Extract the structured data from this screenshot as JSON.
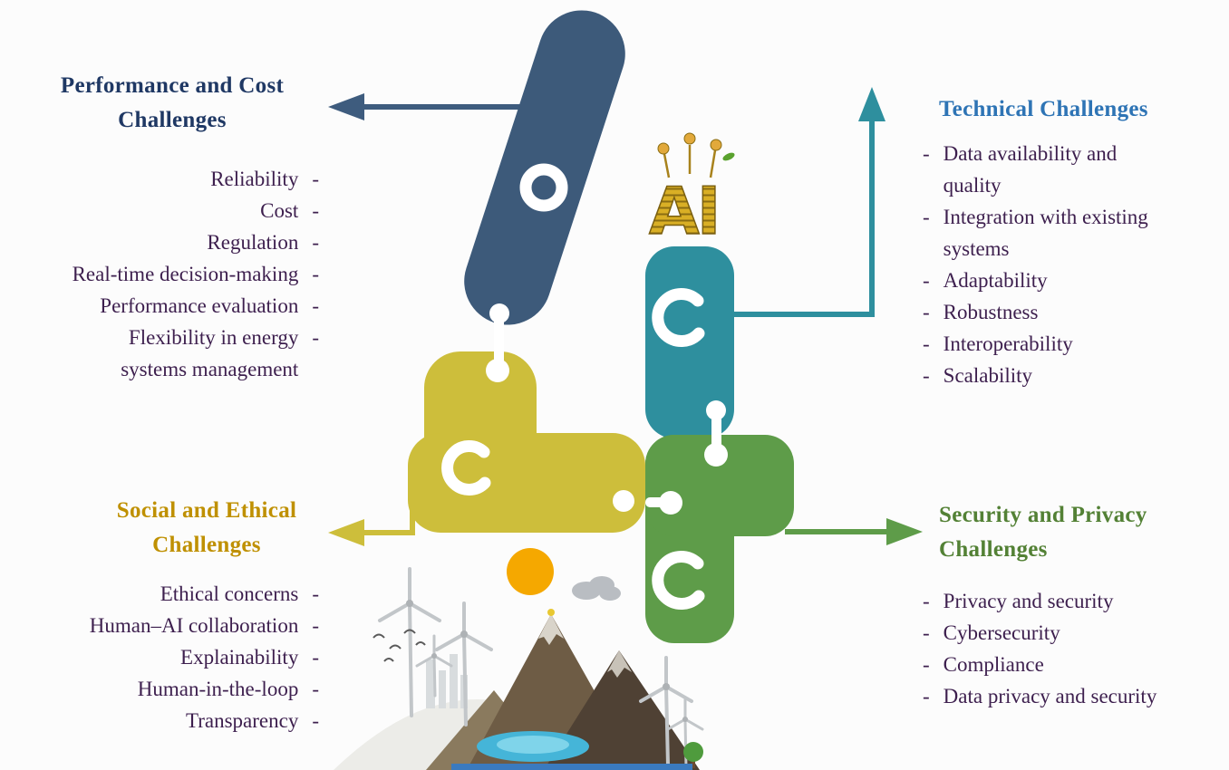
{
  "page": {
    "background": "#FCFCFC"
  },
  "dash": "-",
  "center": {
    "logo_text": "AI",
    "logo_color": "#D9AF25"
  },
  "quadrants": {
    "performance": {
      "title": "Performance and Cost\nChallenges",
      "title_color": "#1F3864",
      "shape_color": "#3D5A7A",
      "items": [
        "Reliability",
        "Cost",
        "Regulation",
        "Real-time decision-making",
        "Performance evaluation",
        "Flexibility in energy\nsystems management"
      ]
    },
    "technical": {
      "title": "Technical Challenges",
      "title_color": "#2E74B5",
      "shape_color": "#2E8F9E",
      "items": [
        "Data availability and\nquality",
        "Integration with existing\nsystems",
        "Adaptability",
        "Robustness",
        "Interoperability",
        "Scalability"
      ]
    },
    "social": {
      "title": "Social and Ethical\nChallenges",
      "title_color": "#BF9000",
      "shape_color": "#CDBE3B",
      "items": [
        "Ethical concerns",
        "Human–AI collaboration",
        "Explainability",
        "Human-in-the-loop",
        "Transparency"
      ]
    },
    "security": {
      "title": "Security and Privacy\nChallenges",
      "title_color": "#538135",
      "shape_color": "#5E9C49",
      "items": [
        "Privacy and security",
        "Cybersecurity",
        "Compliance",
        "Data privacy and security"
      ]
    }
  }
}
